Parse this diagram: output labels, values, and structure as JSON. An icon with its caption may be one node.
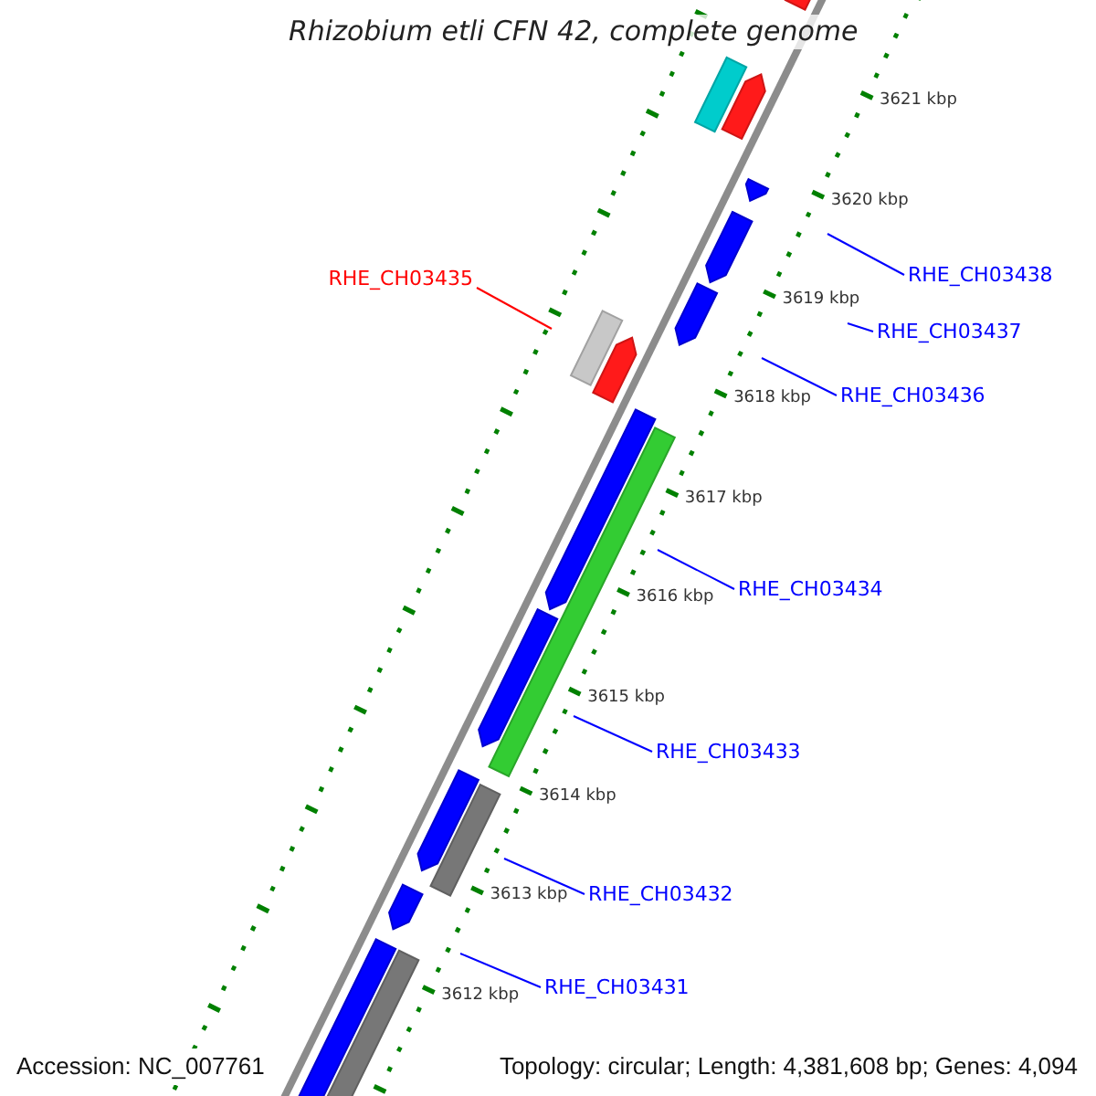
{
  "diagram": {
    "title": "Rhizobium etli CFN 42, complete genome",
    "nodes": [
      {
        "text": [
          "RHE_CH03435"
        ]
      },
      {
        "text": [
          "RHE_CH03438"
        ]
      },
      {
        "text": [
          "RHE_CH03437"
        ]
      },
      {
        "text": [
          "RHE_CH03436"
        ]
      },
      {
        "text": [
          "RHE_CH03434"
        ]
      },
      {
        "text": [
          "RHE_CH03433"
        ]
      },
      {
        "text": [
          "RHE_CH03432"
        ]
      },
      {
        "text": [
          "RHE_CH03431"
        ]
      }
    ],
    "edges": [
      {
        "from": 0,
        "to": null,
        "arrow": "none",
        "color": "#ff0000"
      },
      {
        "from": 1,
        "to": null,
        "arrow": "none"
      },
      {
        "from": 2,
        "to": null,
        "arrow": "none"
      },
      {
        "from": 3,
        "to": null,
        "arrow": "none"
      },
      {
        "from": 4,
        "to": null,
        "arrow": "none"
      },
      {
        "from": 5,
        "to": null,
        "arrow": "none"
      },
      {
        "from": 6,
        "to": null,
        "arrow": "none"
      },
      {
        "from": 7,
        "to": null,
        "arrow": "none"
      }
    ],
    "labels": [
      "3621 kbp",
      "3620 kbp",
      "3619 kbp",
      "3618 kbp",
      "3617 kbp",
      "3616 kbp",
      "3615 kbp",
      "3614 kbp",
      "3613 kbp",
      "3612 kbp",
      "Accession: NC_007761",
      "Topology: circular; Length: 4,381,608 bp; Genes: 4,094"
    ]
  }
}
